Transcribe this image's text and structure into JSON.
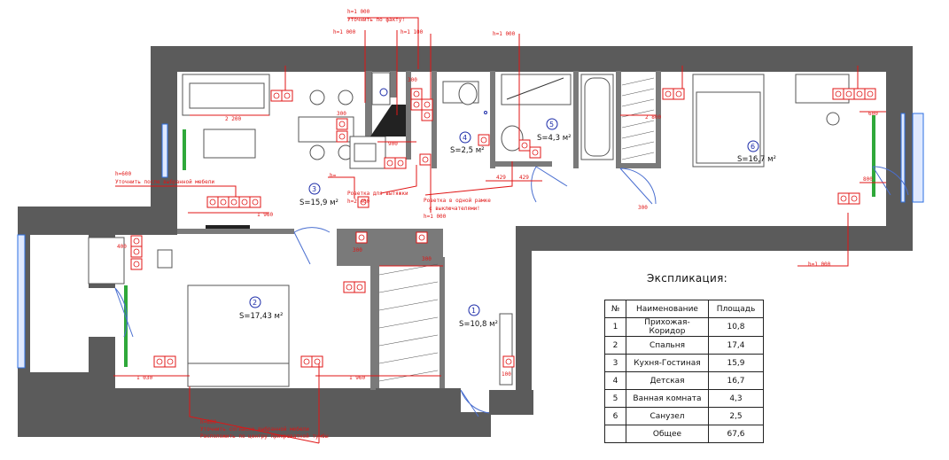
{
  "rooms": [
    {
      "num": "1",
      "area": "S=10,8 м²"
    },
    {
      "num": "2",
      "area": "S=17,43 м²"
    },
    {
      "num": "3",
      "area": "S=15,9 м²"
    },
    {
      "num": "4",
      "area": "S=2,5 м²"
    },
    {
      "num": "5",
      "area": "S=4,3 м²"
    },
    {
      "num": "6",
      "area": "S=16,7 м²"
    }
  ],
  "notes": {
    "h1000_top": "h=1 000",
    "refine_fact": "Уточнить по факту!",
    "h1000_a": "h=1 000",
    "h1100": "h=1 100",
    "h1000_b": "h=1 000",
    "h600_kitchen": "h=600",
    "refine_furniture": "Уточнить после выбранной мебели",
    "hood_socket": "Розетка для вытяжки",
    "hood_h": "h=2 400",
    "h_eq": "h=",
    "one_frame": "Розетка в одной рамке",
    "with_switches": "с выключателями!",
    "h1000_c": "h=1 000",
    "h1000_right": "h=1 000",
    "h600_bed": "h=600",
    "refine_bed": "Уточнить согласно выбранной мебели",
    "place_center": "Расположить по центру прикроватной тумбы"
  },
  "dims": {
    "d2200": "2 200",
    "d1960a": "1 960",
    "d900": "900",
    "d300a": "300",
    "d429a": "429",
    "d429b": "429",
    "d300b": "300",
    "d2800": "2 800",
    "d600": "600",
    "d800": "800",
    "d300c": "300",
    "d1030": "1 030",
    "d1960b": "1 960",
    "d300d": "300",
    "d100": "100",
    "d400": "400",
    "d300e": "300"
  },
  "explication": {
    "title": "Экспликация:",
    "headers": [
      "№",
      "Наименование",
      "Площадь"
    ],
    "rows": [
      [
        "1",
        "Прихожая-Коридор",
        "10,8"
      ],
      [
        "2",
        "Спальня",
        "17,4"
      ],
      [
        "3",
        "Кухня-Гостиная",
        "15,9"
      ],
      [
        "4",
        "Детская",
        "16,7"
      ],
      [
        "5",
        "Ванная комната",
        "4,3"
      ],
      [
        "6",
        "Санузел",
        "2,5"
      ],
      [
        "",
        "Общее",
        "67,6"
      ]
    ]
  }
}
